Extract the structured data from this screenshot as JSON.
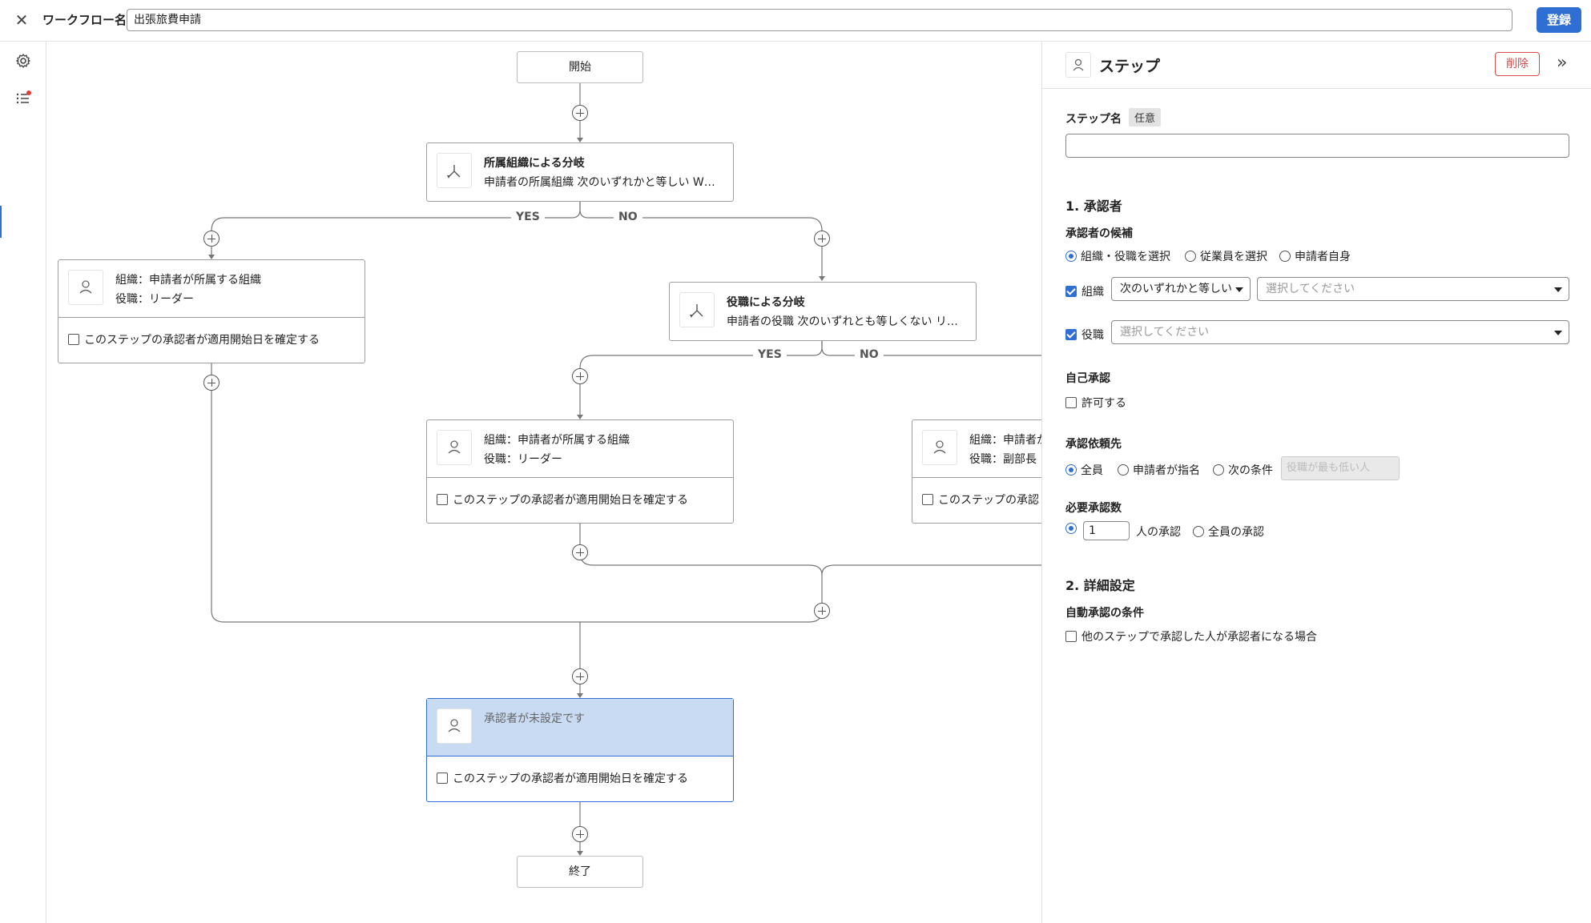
{
  "header": {
    "workflow_name_label": "ワークフロー名",
    "workflow_name_value": "出張旅費申請",
    "register_label": "登録"
  },
  "canvas": {
    "start_label": "開始",
    "end_label": "終了",
    "branch_org": {
      "title": "所属組織による分岐",
      "subtitle": "申請者の所属組織 次のいずれかと等しい W…"
    },
    "branch_role": {
      "title": "役職による分岐",
      "subtitle": "申請者の役職 次のいずれとも等しくない リ…"
    },
    "yes_label": "YES",
    "no_label": "NO",
    "step_left": {
      "line1": "組織：申請者が所属する組織",
      "line2": "役職：リーダー",
      "check": "このステップの承認者が適用開始日を確定する"
    },
    "step_mid": {
      "line1": "組織：申請者が所属する組織",
      "line2": "役職：リーダー",
      "check": "このステップの承認者が適用開始日を確定する"
    },
    "step_right": {
      "line1": "組織：申請者が",
      "line2": "役職：副部長",
      "check": "このステップの承認"
    },
    "step_unset": {
      "line1": "承認者が未設定です",
      "check": "このステップの承認者が適用開始日を確定する"
    }
  },
  "panel": {
    "title": "ステップ",
    "delete_label": "削除",
    "step_name_label": "ステップ名",
    "optional_tag": "任意",
    "step_name_value": "",
    "section1": "1. 承認者",
    "candidates_label": "承認者の候補",
    "candidate_options": [
      "組織・役職を選択",
      "従業員を選択",
      "申請者自身"
    ],
    "org_label": "組織",
    "org_operator": "次のいずれかと等しい",
    "org_placeholder": "選択してください",
    "role_label": "役職",
    "role_placeholder": "選択してください",
    "self_approval_label": "自己承認",
    "self_approval_option": "許可する",
    "request_to_label": "承認依頼先",
    "request_options": [
      "全員",
      "申請者が指名",
      "次の条件"
    ],
    "request_condition_value": "役職が最も低い人",
    "required_count_label": "必要承認数",
    "required_count_value": "1",
    "required_count_suffix": "人の承認",
    "all_approval_label": "全員の承認",
    "section2": "2. 詳細設定",
    "auto_approval_label": "自動承認の条件",
    "auto_approval_option": "他のステップで承認した人が承認者になる場合"
  },
  "colors": {
    "accent": "#2f6fd4",
    "danger": "#d94a4a",
    "selected_fill": "#c8dbf3"
  }
}
